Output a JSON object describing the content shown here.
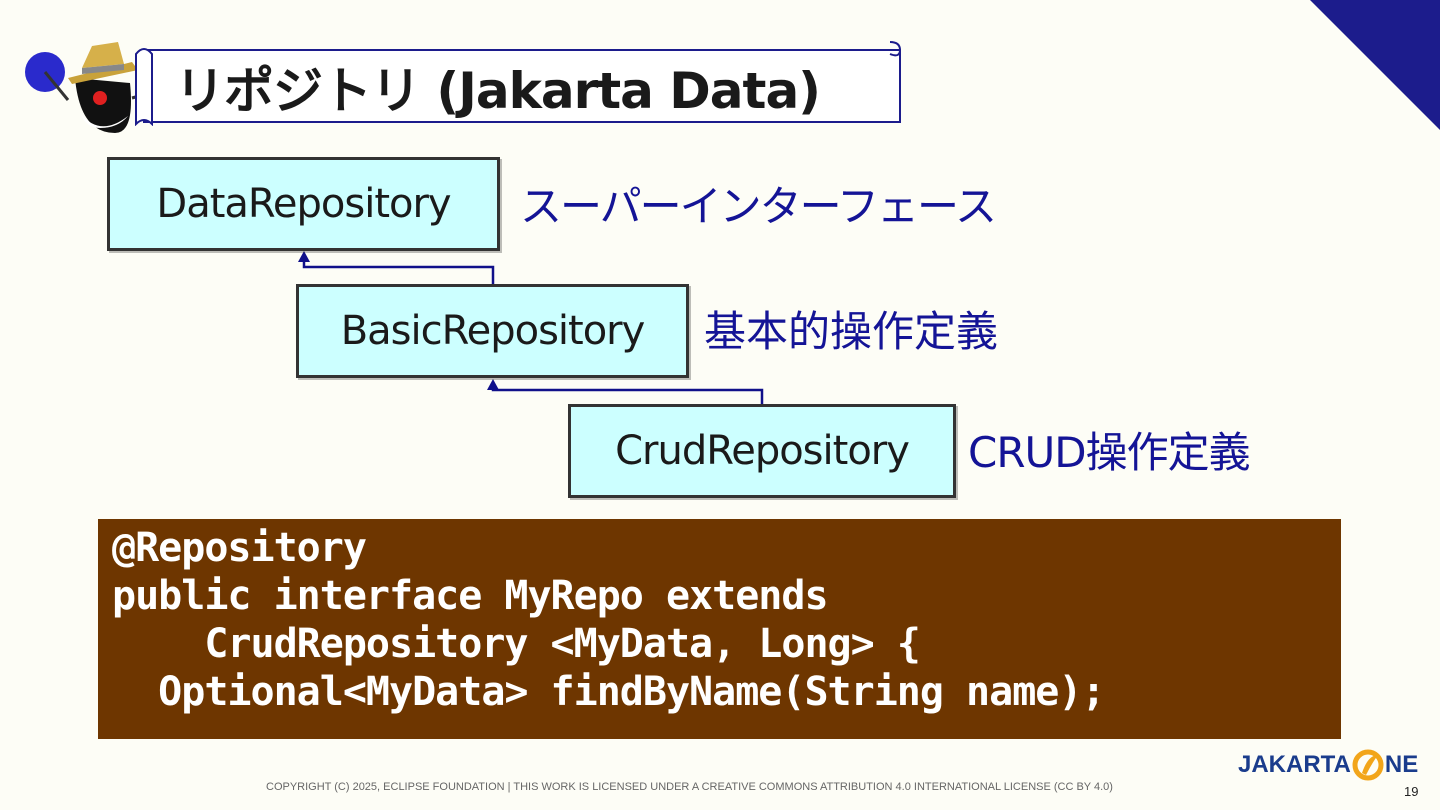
{
  "slide": {
    "title": "リポジトリ (Jakarta Data)",
    "accent_color": "#1c1c8c"
  },
  "diagram": {
    "boxes": [
      {
        "label": "DataRepository",
        "note": "スーパーインターフェース"
      },
      {
        "label": "BasicRepository",
        "note": "基本的操作定義"
      },
      {
        "label": "CrudRepository",
        "note": "CRUD操作定義"
      }
    ],
    "box_fill": "#ccffff",
    "arrow_color": "#10108a"
  },
  "code": {
    "lines": [
      "@Repository",
      "public interface MyRepo extends",
      "    CrudRepository <MyData, Long> {",
      "  Optional<MyData> findByName(String name);"
    ],
    "background": "#6e3600"
  },
  "footer": {
    "copyright": "COPYRIGHT (C) 2025, ECLIPSE FOUNDATION  | THIS WORK IS LICENSED UNDER A CREATIVE COMMONS ATTRIBUTION 4.0 INTERNATIONAL LICENSE (CC BY 4.0)",
    "logo_left": "JAKARTA",
    "logo_right": "NE",
    "page_number": "19"
  }
}
